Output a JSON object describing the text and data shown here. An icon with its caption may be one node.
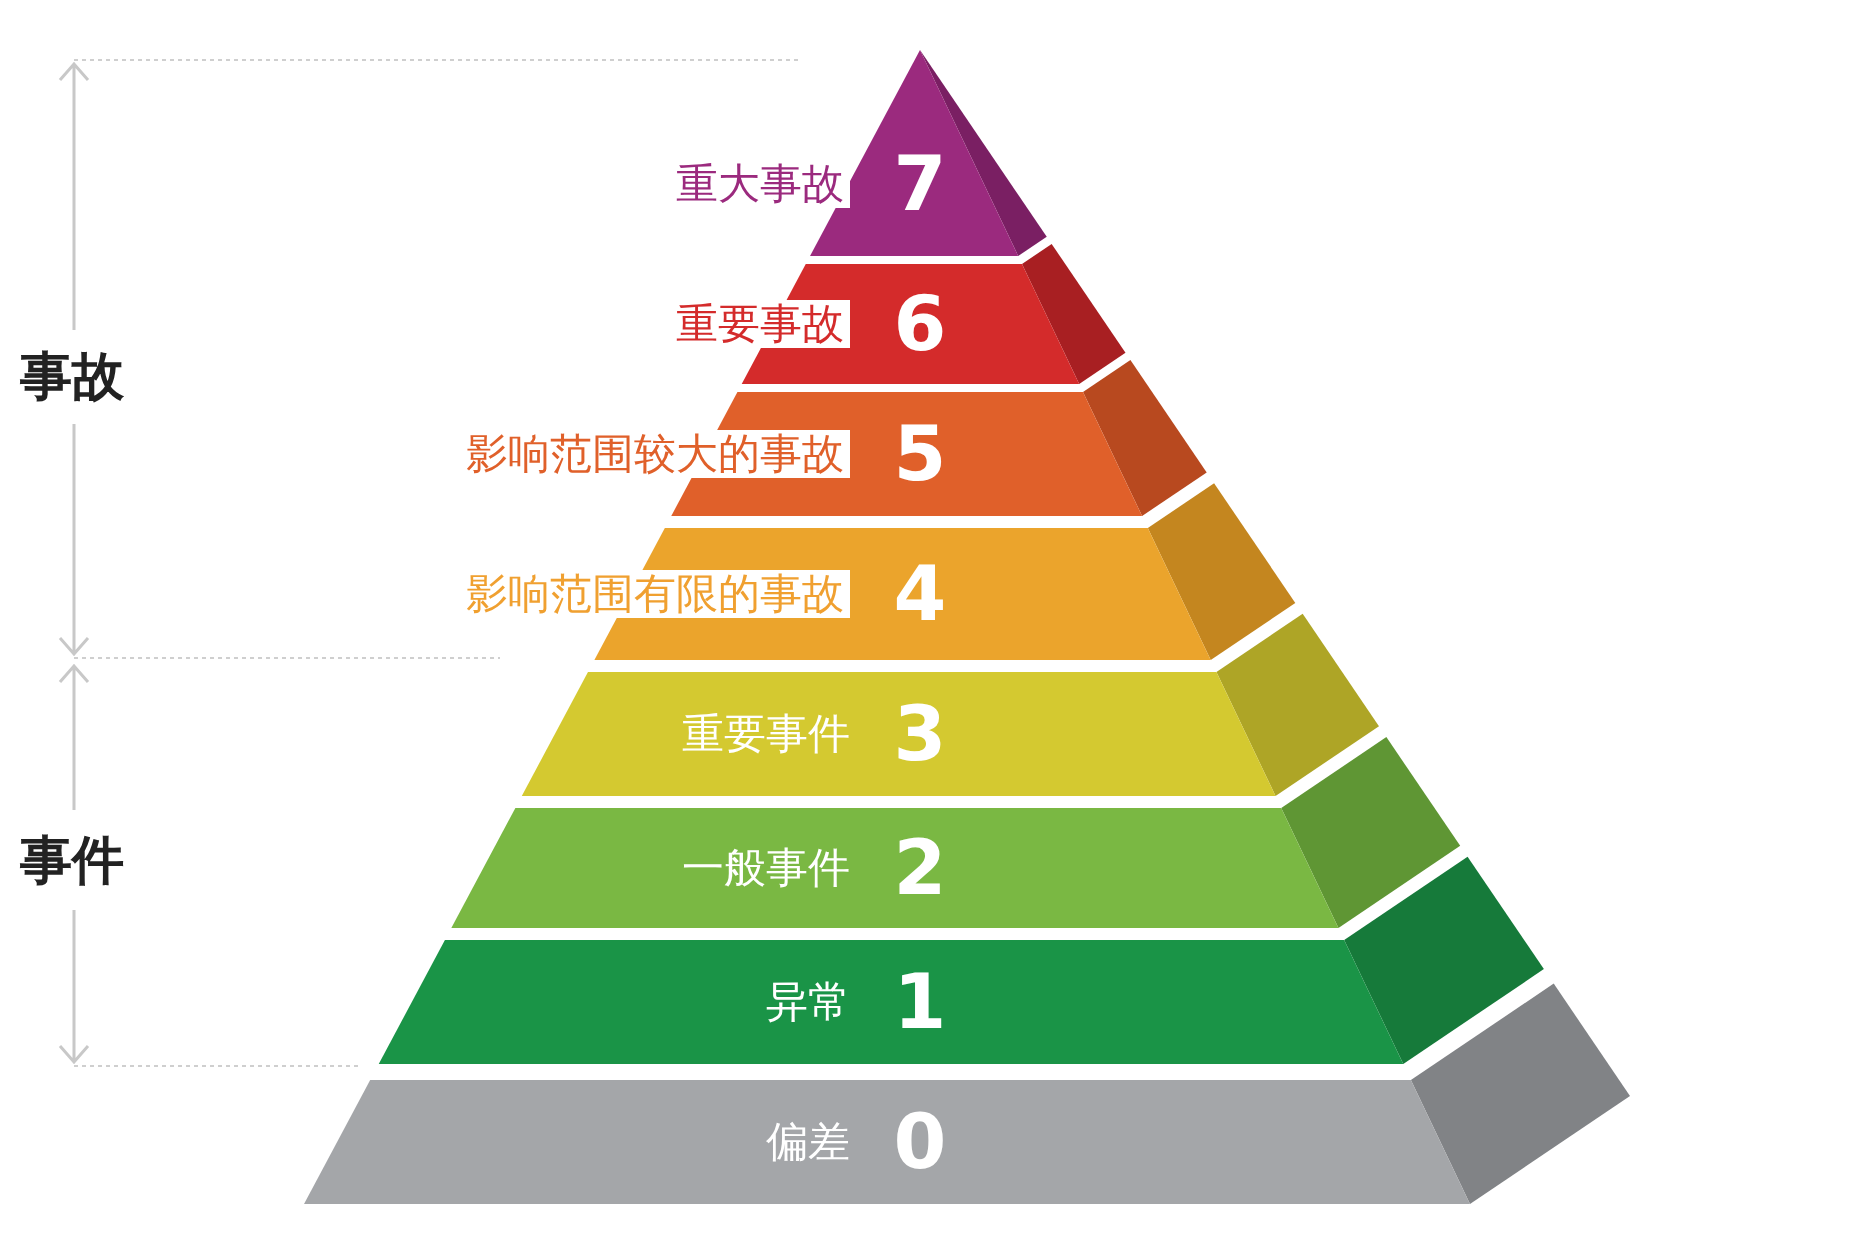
{
  "diagram": {
    "nodes": [
      {
        "text": [
          "重大事故",
          "7"
        ]
      },
      {
        "text": [
          "重要事故",
          "6"
        ]
      },
      {
        "text": [
          "影响范围较大的事故",
          "5"
        ]
      },
      {
        "text": [
          "影响范围有限的事故",
          "4"
        ]
      },
      {
        "text": [
          "重要事件",
          "3"
        ]
      },
      {
        "text": [
          "一般事件",
          "2"
        ]
      },
      {
        "text": [
          "异常",
          "1"
        ]
      },
      {
        "text": [
          "偏差",
          "0"
        ]
      }
    ],
    "labels": [
      "事故",
      "事件"
    ]
  }
}
